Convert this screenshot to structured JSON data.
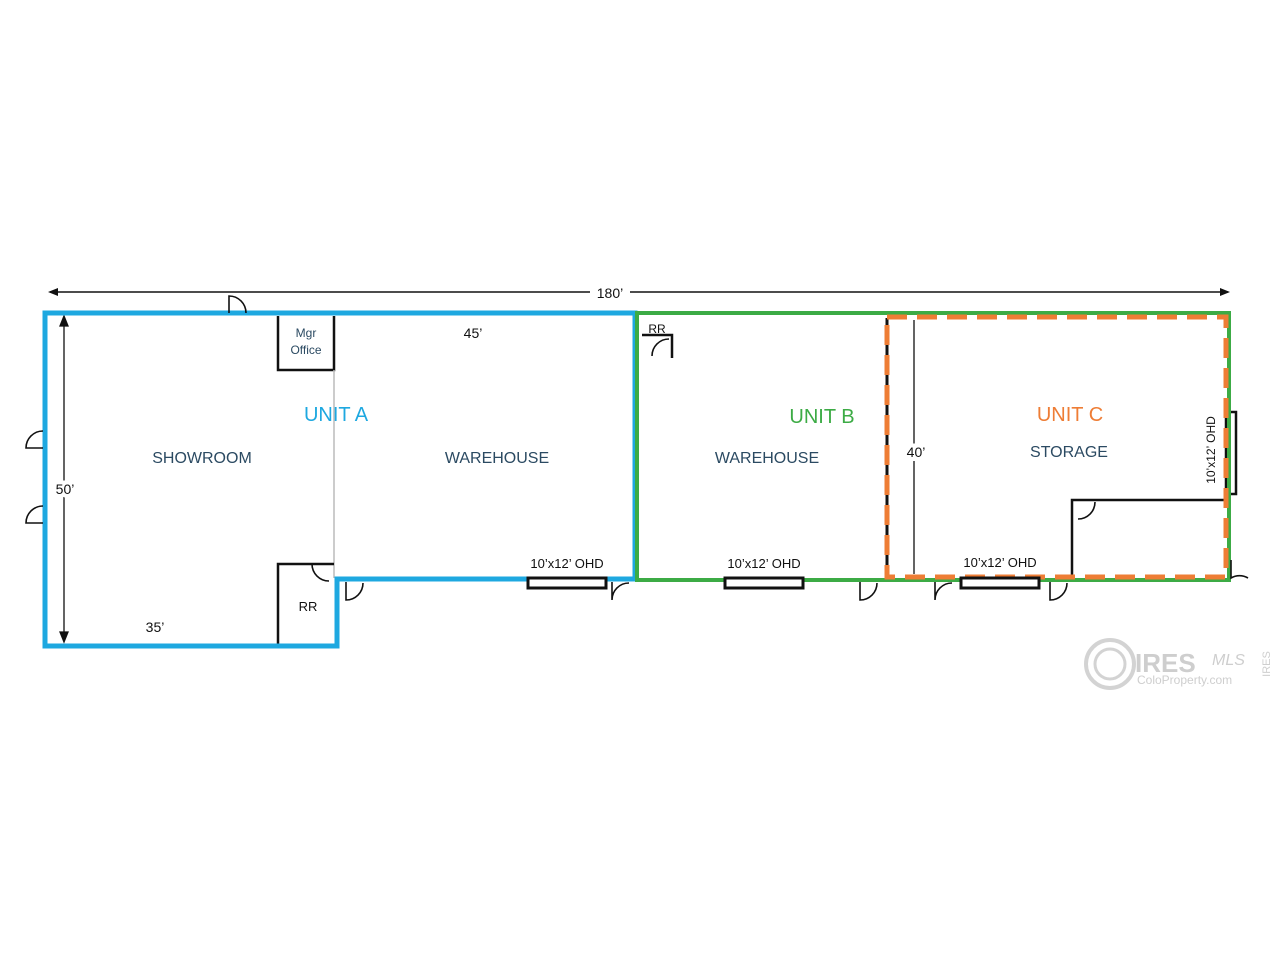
{
  "dimensions": {
    "overall_width": "180’",
    "unit_a_depth": "50’",
    "showroom_width": "35’",
    "warehouse_a_width": "45’",
    "unit_c_depth": "40’"
  },
  "units": {
    "a": {
      "title": "UNIT A",
      "color": "#1ea8e0",
      "showroom": "SHOWROOM",
      "warehouse": "WAREHOUSE",
      "mgr_office_line1": "Mgr",
      "mgr_office_line2": "Office",
      "restroom": "RR",
      "door": "10’x12’ OHD"
    },
    "b": {
      "title": "UNIT B",
      "color": "#3cab45",
      "warehouse": "WAREHOUSE",
      "restroom": "RR",
      "door": "10’x12’ OHD"
    },
    "c": {
      "title": "UNIT C",
      "color": "#ee7d35",
      "storage": "STORAGE",
      "door_bottom": "10’x12’ OHD",
      "door_side": "10’x12’ OHD"
    }
  },
  "watermark": {
    "brand": "IRES",
    "mls": "MLS",
    "site": "ColoProperty.com",
    "side": "IRES"
  }
}
